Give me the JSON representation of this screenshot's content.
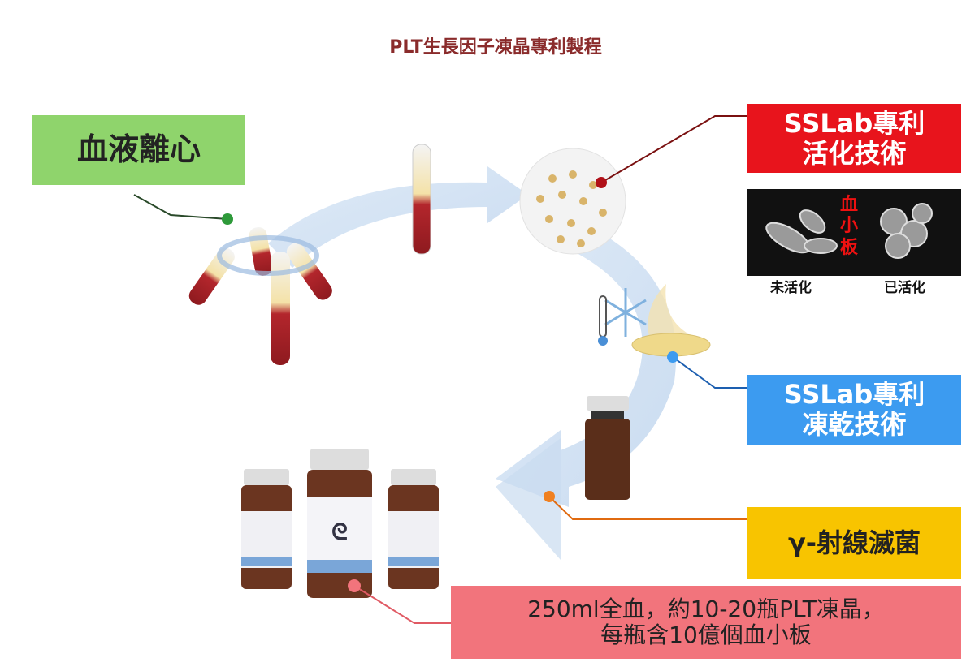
{
  "title": "PLT生長因子凍晶專利製程",
  "steps": {
    "centrifuge": "血液離心",
    "activation": [
      "SSLab專利",
      "活化技術"
    ],
    "freeze_dry": [
      "SSLab專利",
      "凍乾技術"
    ],
    "sterilize": "γ-射線滅菌",
    "result": [
      "250ml全血，約10-20瓶PLT凍晶，",
      "每瓶含10億個血小板"
    ]
  },
  "micrograph": {
    "center_label": "血小板",
    "left_label": "未活化",
    "right_label": "已活化"
  },
  "colors": {
    "green": "#8fd46c",
    "red": "#e8141c",
    "blue": "#3c9bf0",
    "yellow": "#f8c400",
    "pink": "#f2747c"
  }
}
